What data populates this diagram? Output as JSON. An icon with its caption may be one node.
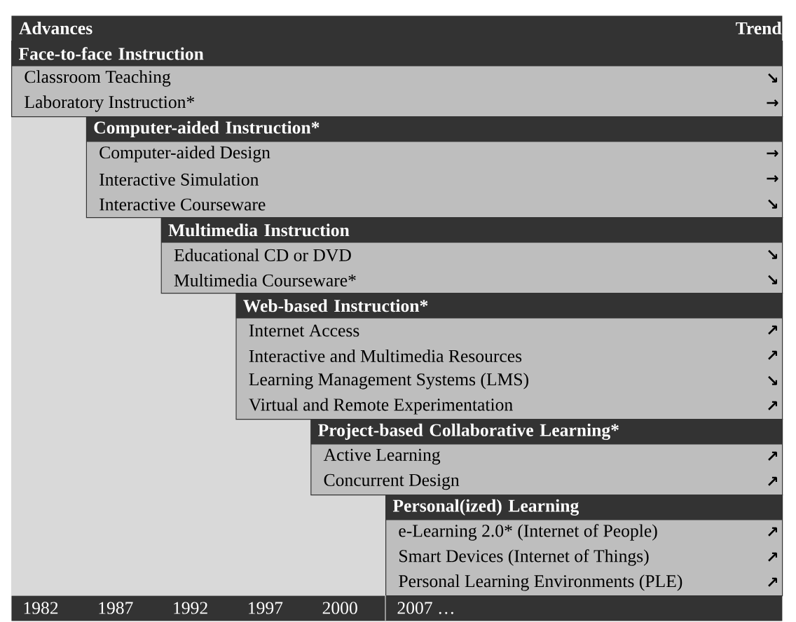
{
  "diagram": {
    "nodes": [
      {
        "text": [
          "Advances",
          "Trend"
        ]
      },
      {
        "text": [],
        "shape": "box"
      },
      {
        "text": [
          "Face-to-face Instruction"
        ],
        "in": 1
      },
      {
        "text": [
          "Classroom Teaching"
        ],
        "in": 1,
        "beside": [
          "↘"
        ]
      },
      {
        "text": [
          "Laboratory Instruction*"
        ],
        "in": 1,
        "beside": [
          "→"
        ]
      },
      {
        "text": [],
        "shape": "box"
      },
      {
        "text": [
          "Computer-aided Instruction*"
        ],
        "in": 5
      },
      {
        "text": [
          "Computer-aided Design"
        ],
        "in": 5,
        "beside": [
          "→"
        ]
      },
      {
        "text": [
          "Interactive Simulation"
        ],
        "in": 5,
        "beside": [
          "→"
        ]
      },
      {
        "text": [
          "Interactive Courseware"
        ],
        "in": 5,
        "beside": [
          "↘"
        ]
      },
      {
        "text": [],
        "shape": "box"
      },
      {
        "text": [
          "Multimedia Instruction"
        ],
        "in": 10
      },
      {
        "text": [
          "Educational CD or DVD"
        ],
        "in": 10,
        "beside": [
          "↘"
        ]
      },
      {
        "text": [
          "Multimedia Courseware*"
        ],
        "in": 10,
        "beside": [
          "↘"
        ]
      },
      {
        "text": [],
        "shape": "box"
      },
      {
        "text": [
          "Web-based Instruction*"
        ],
        "in": 14
      },
      {
        "text": [
          "Internet Access"
        ],
        "in": 14,
        "beside": [
          "↗"
        ]
      },
      {
        "text": [
          "Interactive and Multimedia Resources"
        ],
        "in": 14,
        "beside": [
          "↗"
        ]
      },
      {
        "text": [
          "Learning Management Systems (LMS)"
        ],
        "in": 14,
        "beside": [
          "↘"
        ]
      },
      {
        "text": [
          "Virtual and Remote Experimentation"
        ],
        "in": 14,
        "beside": [
          "↗"
        ]
      },
      {
        "text": [],
        "shape": "box"
      },
      {
        "text": [
          "Project-based Collaborative Learning*"
        ],
        "in": 20
      },
      {
        "text": [
          "Active Learning"
        ],
        "in": 20,
        "beside": [
          "↗"
        ]
      },
      {
        "text": [
          "Concurrent Design"
        ],
        "in": 20,
        "beside": [
          "↗"
        ]
      },
      {
        "text": [],
        "shape": "box"
      },
      {
        "text": [
          "Personal(ized) Learning"
        ],
        "in": 24
      },
      {
        "text": [
          "e-Learning 2.0* (Internet of People)"
        ],
        "in": 24,
        "beside": [
          "↗"
        ]
      },
      {
        "text": [
          "Smart Devices (Internet of Things)"
        ],
        "in": 24,
        "beside": [
          "↗"
        ]
      },
      {
        "text": [
          "Personal Learning Environments (PLE)"
        ],
        "in": 24,
        "beside": [
          "↗"
        ]
      },
      {
        "text": [
          "1982",
          "1987",
          "1992",
          "1997",
          "2000",
          "2007 …"
        ]
      }
    ]
  }
}
